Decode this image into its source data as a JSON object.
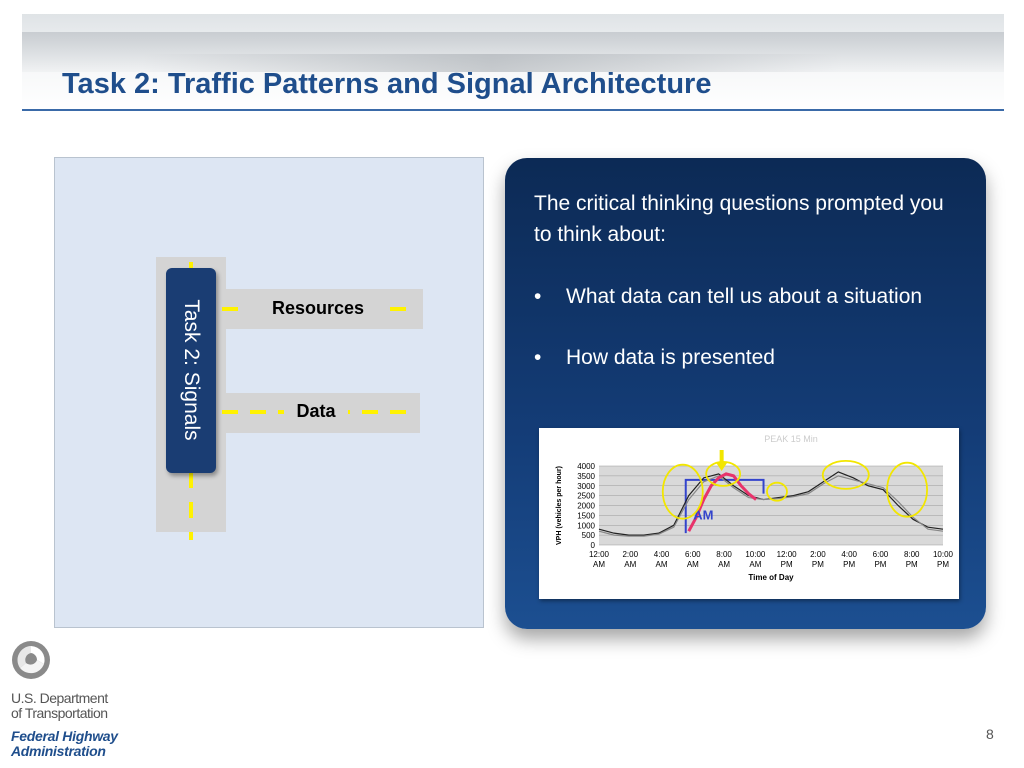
{
  "slide": {
    "title": "Task 2: Traffic Patterns and Signal Architecture",
    "page_number": "8"
  },
  "diagram": {
    "vertical_label": "Task 2: Signals",
    "branch_1": "Resources",
    "branch_2": "Data"
  },
  "panel": {
    "intro": "The critical thinking questions prompted you to think about:",
    "bullets": [
      "What data can tell us about a situation",
      "How data is presented"
    ]
  },
  "chart_data": {
    "type": "line",
    "title": "PEAK 15 Min",
    "ylabel": "VPH (vehicles per hour)",
    "xlabel": "Time of Day",
    "ylim": [
      0,
      4000
    ],
    "yticks": [
      0,
      500,
      1000,
      1500,
      2000,
      2500,
      3000,
      3500,
      4000
    ],
    "xticks": [
      [
        "12:00",
        "AM"
      ],
      [
        "2:00",
        "AM"
      ],
      [
        "4:00",
        "AM"
      ],
      [
        "6:00",
        "AM"
      ],
      [
        "8:00",
        "AM"
      ],
      [
        "10:00",
        "AM"
      ],
      [
        "12:00",
        "PM"
      ],
      [
        "2:00",
        "PM"
      ],
      [
        "4:00",
        "PM"
      ],
      [
        "6:00",
        "PM"
      ],
      [
        "8:00",
        "PM"
      ],
      [
        "10:00",
        "PM"
      ]
    ],
    "annotation": "AM",
    "grid": true,
    "series": [
      {
        "color": "#222222",
        "x": [
          0,
          1,
          2,
          3,
          4,
          5,
          6,
          7,
          8,
          9,
          10,
          11,
          12,
          13,
          14,
          15,
          16,
          17,
          18,
          19,
          20,
          21,
          22,
          23
        ],
        "y": [
          800,
          600,
          500,
          500,
          600,
          1000,
          2500,
          3400,
          3600,
          3000,
          2500,
          2300,
          2400,
          2500,
          2700,
          3200,
          3700,
          3400,
          3000,
          2800,
          2000,
          1300,
          900,
          800
        ]
      },
      {
        "color": "#888888",
        "x": [
          0,
          1,
          2,
          3,
          4,
          5,
          6,
          7,
          8,
          9,
          10,
          11,
          12,
          13,
          14,
          15,
          16,
          17,
          18,
          19,
          20,
          21,
          22,
          23
        ],
        "y": [
          700,
          500,
          450,
          450,
          550,
          900,
          2300,
          3200,
          3500,
          2900,
          2400,
          2300,
          2350,
          2450,
          2600,
          3100,
          3500,
          3300,
          3100,
          2900,
          2200,
          1400,
          800,
          700
        ]
      },
      {
        "color": "#e8336b",
        "x": [
          6,
          6.5,
          7,
          7.5,
          8,
          8.5,
          9,
          9.5,
          10,
          10.5
        ],
        "y": [
          700,
          1400,
          2300,
          3000,
          3400,
          3600,
          3500,
          3000,
          2600,
          2300
        ]
      }
    ],
    "circles_color": "#f2e600",
    "box_color": "#3344cc",
    "arrow_color": "#f2e600"
  }
}
